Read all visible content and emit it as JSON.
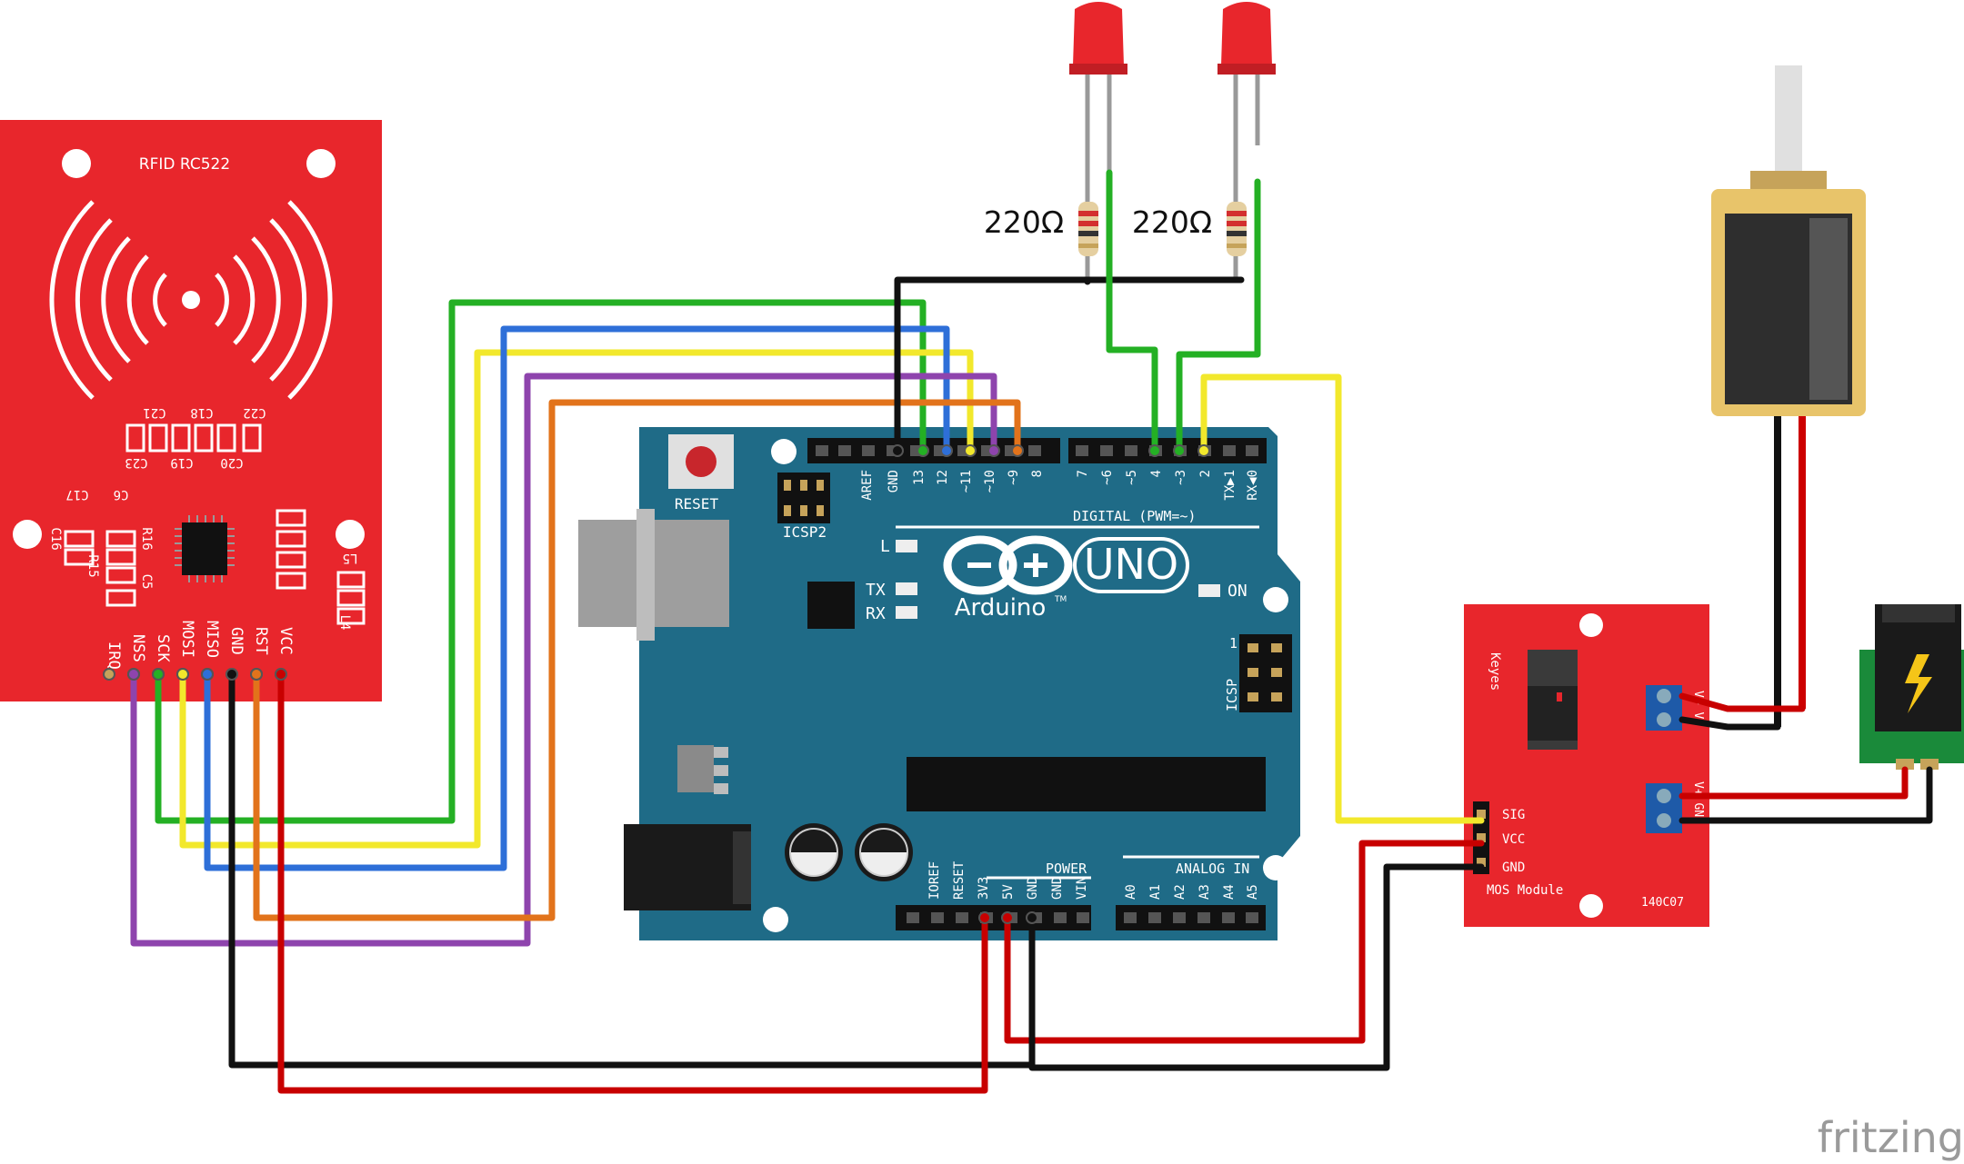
{
  "rfid": {
    "title": "RFID RC522",
    "caps_top": [
      "C21",
      "C18",
      "C22"
    ],
    "caps_bottom": [
      "C23",
      "C19",
      "C20"
    ],
    "small_labels": [
      "C17",
      "C6",
      "C16",
      "R16",
      "R15",
      "C5",
      "L5",
      "L4"
    ],
    "pins": [
      "IRQ",
      "NSS",
      "SCK",
      "MOSI",
      "MISO",
      "GND",
      "RST",
      "VCC"
    ]
  },
  "resistors": [
    "220Ω",
    "220Ω"
  ],
  "arduino": {
    "reset": "RESET",
    "icsp2": "ICSP2",
    "icsp": "ICSP",
    "icsp_one": "1",
    "led_l": "L",
    "led_tx": "TX",
    "led_rx": "RX",
    "on": "ON",
    "uno": "UNO",
    "brand": "Arduino",
    "tm": "TM",
    "digital": "DIGITAL (PWM=~)",
    "header_top_left": [
      "AREF",
      "GND",
      "13",
      "12",
      "~11",
      "~10",
      "~9",
      "8"
    ],
    "header_top_right": [
      "7",
      "~6",
      "~5",
      "4",
      "~3",
      "2",
      "TX▶1",
      "RX◀0"
    ],
    "power_title": "POWER",
    "analog_title": "ANALOG IN",
    "power_pins": [
      "IOREF",
      "RESET",
      "3V3",
      "5V",
      "GND",
      "GND",
      "VIN"
    ],
    "analog_pins": [
      "A0",
      "A1",
      "A2",
      "A3",
      "A4",
      "A5"
    ]
  },
  "mos": {
    "keyes": "Keyes",
    "pins": [
      "SIG",
      "VCC",
      "GND"
    ],
    "name": "MOS Module",
    "code": "140C07",
    "out_label": "V+ V-",
    "in_label": "V+ GND"
  },
  "watermark": "fritzing"
}
